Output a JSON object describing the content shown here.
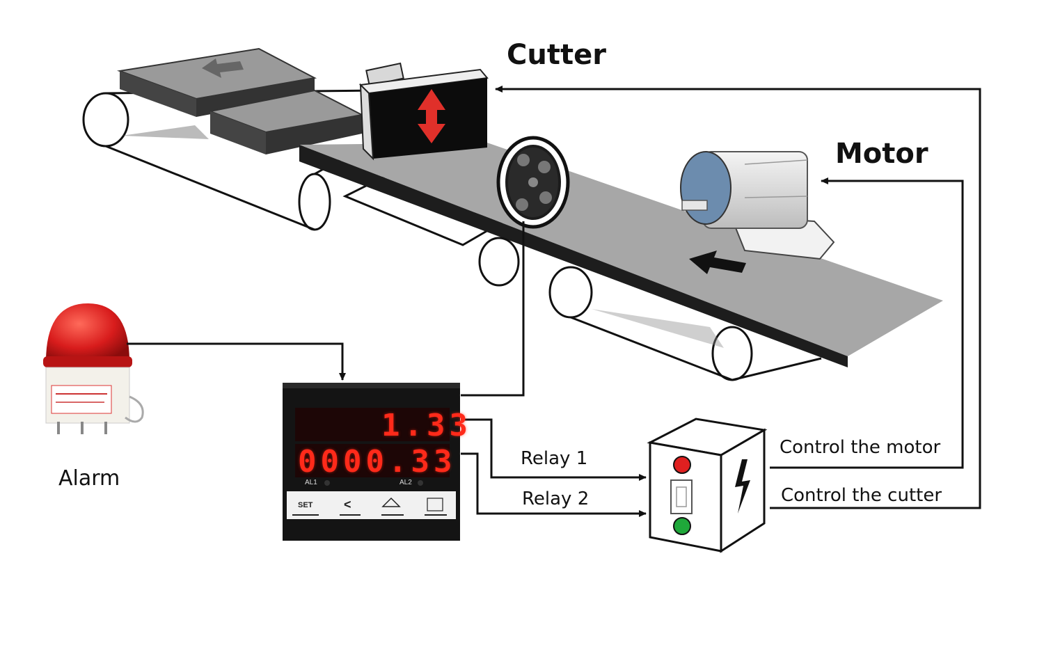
{
  "labels": {
    "cutter": "Cutter",
    "motor": "Motor",
    "alarm": "Alarm",
    "relay1": "Relay 1",
    "relay2": "Relay 2",
    "control_motor": "Control the motor",
    "control_cutter": "Control the cutter"
  },
  "counter": {
    "top_display": "1.33",
    "bottom_display": "0000.33",
    "indicators": [
      "AL1",
      "AL2"
    ],
    "keys": [
      "SET",
      "<",
      "",
      ""
    ]
  },
  "colors": {
    "led": "#ff2a1a",
    "alarm_dome": "#d81c1c",
    "button_red": "#e02020",
    "button_green": "#1fa83a",
    "line": "#111111"
  },
  "icons": [
    "up-arrow-icon",
    "up-down-arrow-icon",
    "direction-arrow-icon",
    "lightning-icon"
  ]
}
